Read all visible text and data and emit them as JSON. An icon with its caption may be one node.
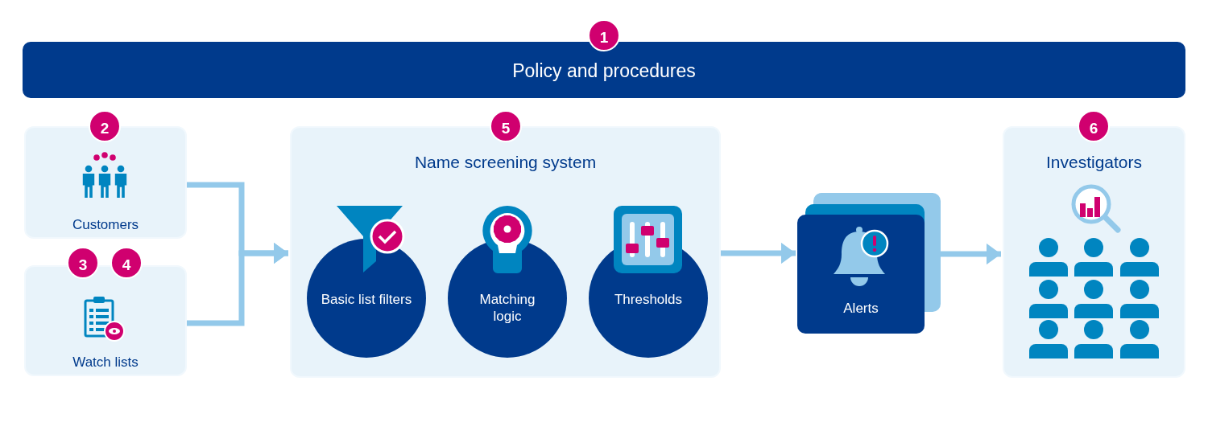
{
  "diagram": {
    "nodes": [
      {
        "text": [
          "Policy and procedures"
        ]
      },
      {
        "text": [
          "1"
        ]
      },
      {
        "text": [
          "Customers"
        ]
      },
      {
        "text": [
          "2"
        ]
      },
      {
        "text": [
          "Watch lists"
        ]
      },
      {
        "text": [
          "3"
        ]
      },
      {
        "text": [
          "4"
        ]
      },
      {
        "text": [
          "Name screening system"
        ]
      },
      {
        "text": [
          "5"
        ]
      },
      {
        "text": [
          "Basic list filters"
        ],
        "in": 7
      },
      {
        "text": [
          "Matching logic"
        ],
        "in": 7
      },
      {
        "text": [
          "Thresholds"
        ],
        "in": 7
      },
      {
        "text": [
          "Alerts"
        ]
      },
      {
        "text": [
          "Investigators"
        ]
      },
      {
        "text": [
          "6"
        ]
      }
    ],
    "edges": [
      {
        "from": 2,
        "to": 7,
        "arrow": "to"
      },
      {
        "from": 4,
        "to": 7,
        "arrow": "to"
      },
      {
        "from": 7,
        "to": 12,
        "arrow": "to"
      },
      {
        "from": 12,
        "to": 13,
        "arrow": "to"
      }
    ]
  }
}
